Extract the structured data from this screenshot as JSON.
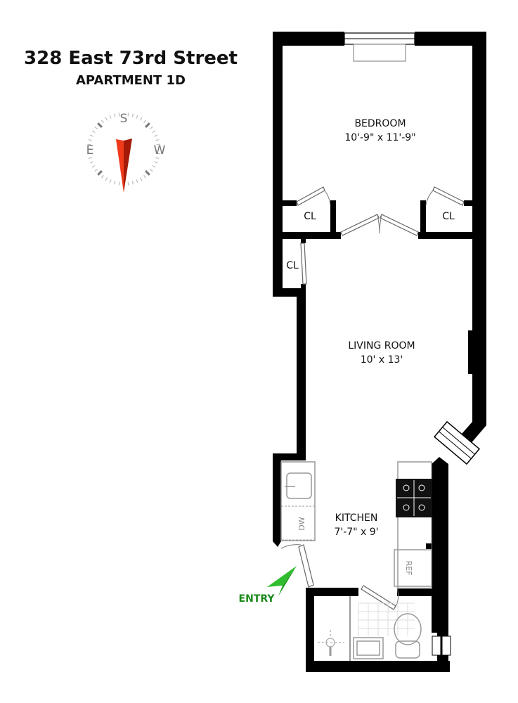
{
  "header": {
    "address": "328 East 73rd Street",
    "unit": "APARTMENT 1D"
  },
  "compass": {
    "top": "S",
    "left": "E",
    "right": "W",
    "needle_color": "#e8240c"
  },
  "rooms": {
    "bedroom": {
      "name": "BEDROOM",
      "size": "10'-9\" x 11'-9\""
    },
    "living": {
      "name": "LIVING ROOM",
      "size": "10' x 13'"
    },
    "kitchen": {
      "name": "KITCHEN",
      "size": "7'-7\" x 9'"
    },
    "closet_label": "CL"
  },
  "fixtures": {
    "dishwasher": "DW",
    "refrigerator": "REF"
  },
  "entry": {
    "label": "ENTRY",
    "color": "#1a8a1a"
  }
}
